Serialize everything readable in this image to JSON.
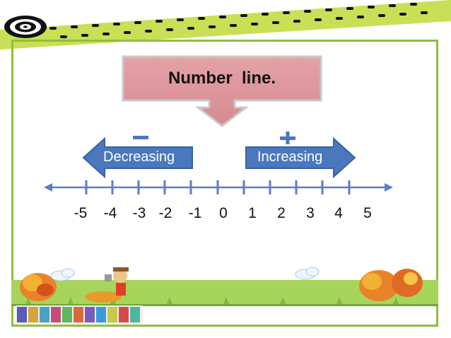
{
  "slide": {
    "title": "Number  line.",
    "decreasing_label": "Decreasing",
    "increasing_label": "Increasing",
    "minus_sign": "−",
    "plus_sign": "+",
    "numbers": [
      "-5",
      "-4",
      "-3",
      "-2",
      "-1",
      "0",
      "1",
      "2",
      "3",
      "4",
      "5"
    ]
  },
  "icons": {
    "logo": "target-icon",
    "decor": [
      "cloud-icon",
      "bush-icon",
      "character-icon",
      "mathematics-banner-icon"
    ]
  },
  "colors": {
    "frame_green": "#8fbf3e",
    "band_green": "#c8e055",
    "callout_pink": "#d98f96",
    "arrow_blue": "#4a78be",
    "line_blue": "#5a7fc4"
  }
}
